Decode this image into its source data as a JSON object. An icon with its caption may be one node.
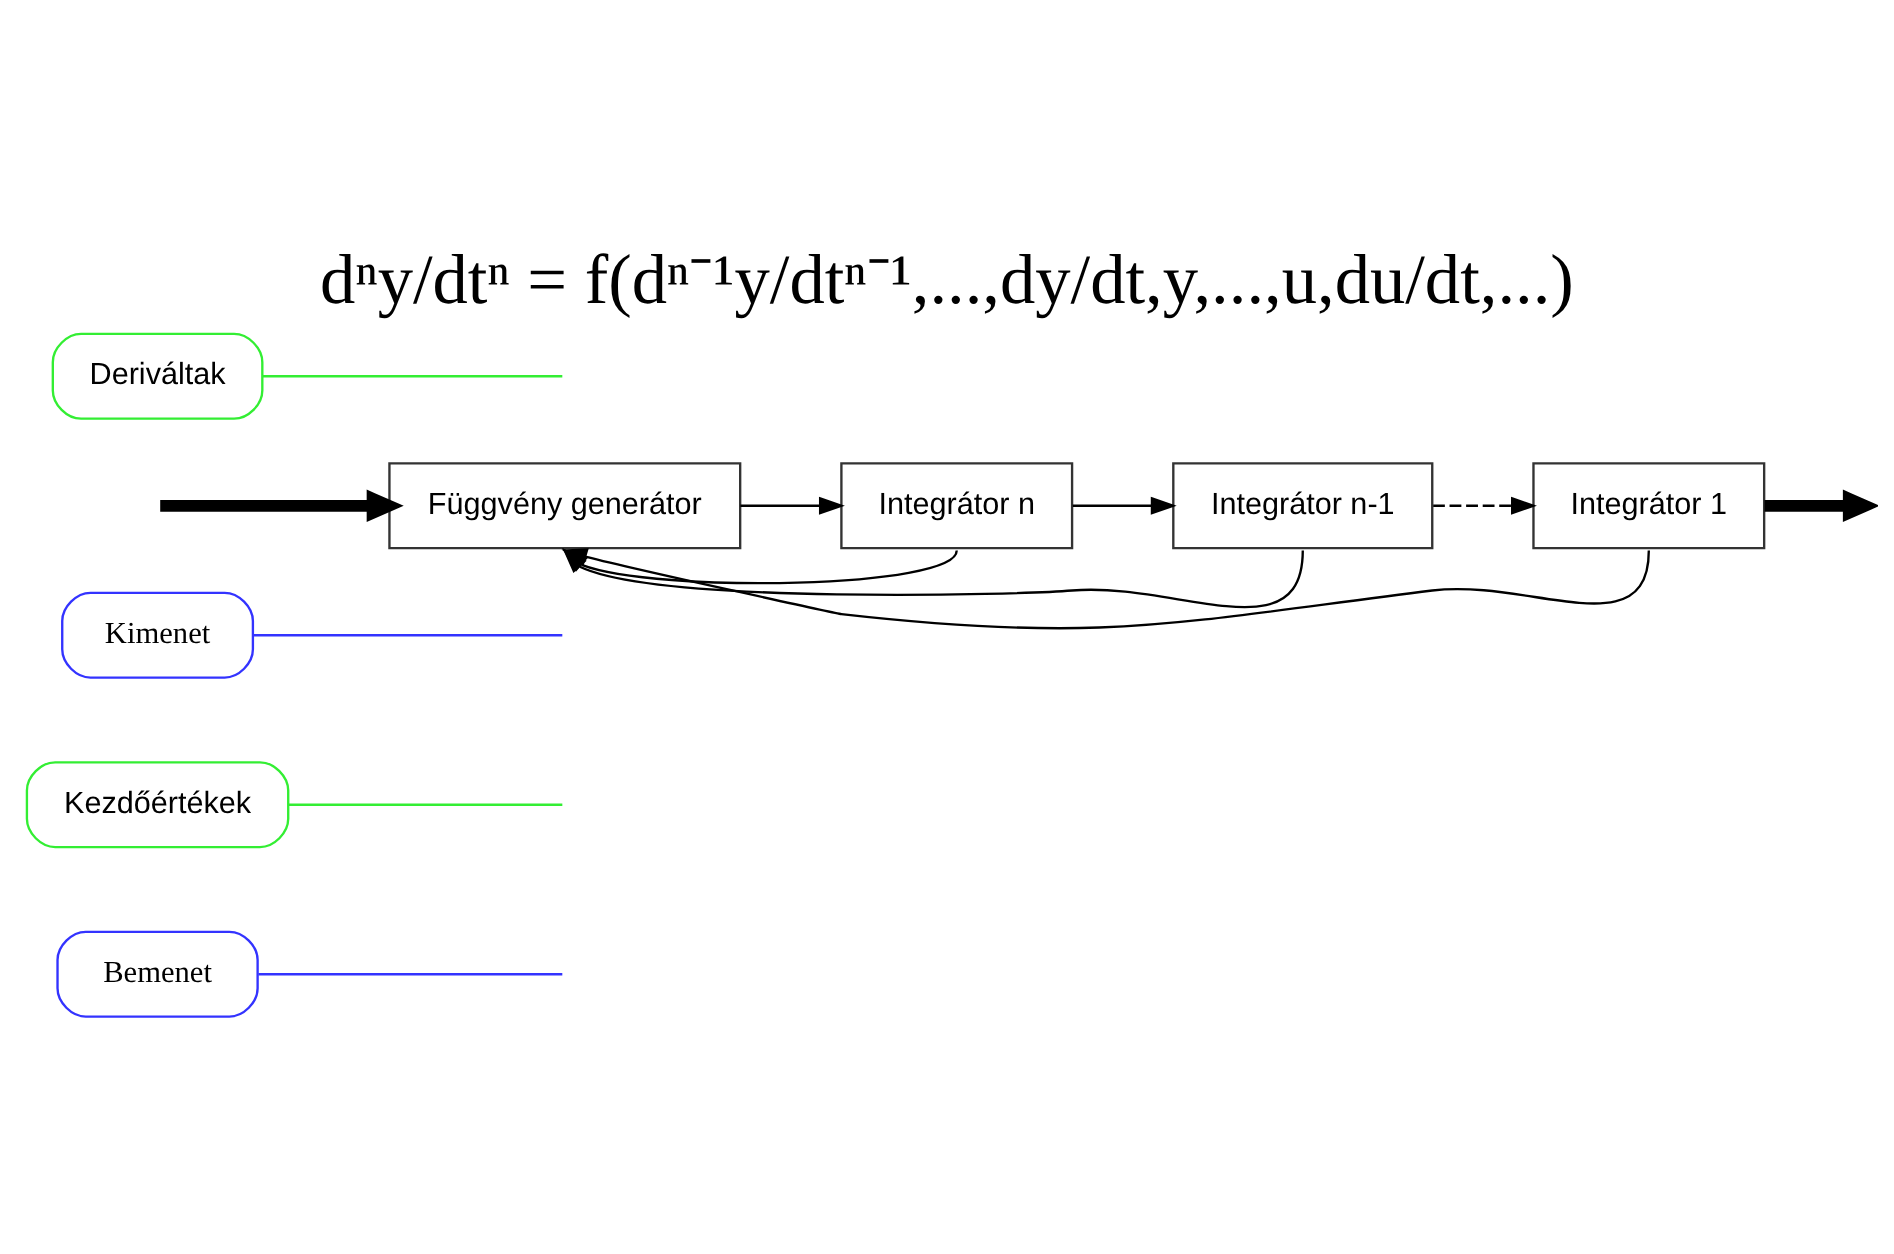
{
  "diagram": {
    "title": "dⁿy/dtⁿ = f(dⁿ⁻¹y/dtⁿ⁻¹,...,dy/dt,y,...,u,du/dt,...)",
    "nodes": [
      {
        "text": [
          "Bemenet"
        ]
      },
      {
        "text": [
          "Kezdőértékek"
        ]
      },
      {
        "text": [
          "Kimenet"
        ]
      },
      {
        "text": [
          "Függvény generátor"
        ]
      },
      {
        "text": [
          "Integrátor n"
        ]
      },
      {
        "text": [
          "Integrátor n-1"
        ]
      },
      {
        "text": [
          "Integrátor 1"
        ]
      },
      {
        "text": [
          "Deriváltak"
        ]
      }
    ],
    "edges": [
      {
        "from": null,
        "to": 3,
        "arrow": "to",
        "style": "thick"
      },
      {
        "from": 3,
        "to": 4,
        "arrow": "to"
      },
      {
        "from": 4,
        "to": 5,
        "arrow": "to"
      },
      {
        "from": 5,
        "to": 6,
        "arrow": "to",
        "style": "dashed"
      },
      {
        "from": 6,
        "to": null,
        "arrow": "to",
        "style": "thick"
      },
      {
        "from": 4,
        "to": 3,
        "arrow": "to"
      },
      {
        "from": 5,
        "to": 3,
        "arrow": "to"
      },
      {
        "from": 6,
        "to": 3,
        "arrow": "to"
      },
      {
        "from": 0,
        "to": null,
        "arrow": "none",
        "color": "#3333ff"
      },
      {
        "from": 1,
        "to": null,
        "arrow": "none",
        "color": "#33ee33"
      },
      {
        "from": 2,
        "to": null,
        "arrow": "none",
        "color": "#3333ff"
      },
      {
        "from": 7,
        "to": null,
        "arrow": "none",
        "color": "#33ee33"
      }
    ]
  }
}
